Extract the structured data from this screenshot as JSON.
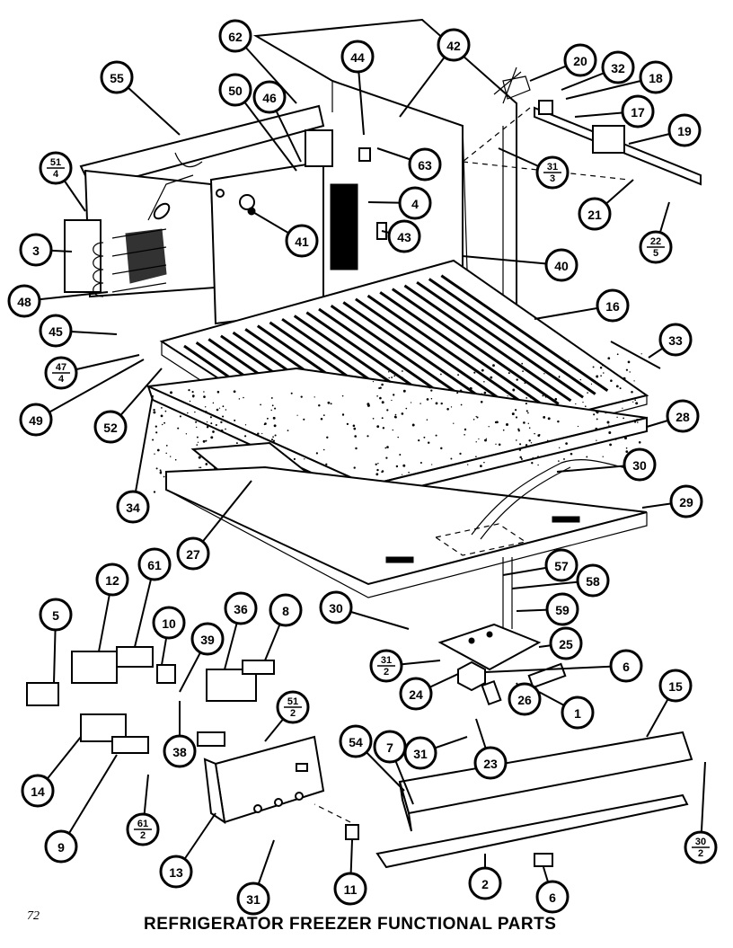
{
  "page_number": "72",
  "caption": "REFRIGERATOR FREEZER FUNCTIONAL PARTS",
  "callouts": [
    {
      "label": "62"
    },
    {
      "label": "44"
    },
    {
      "label": "42"
    },
    {
      "label": "20"
    },
    {
      "label": "32"
    },
    {
      "label": "18"
    },
    {
      "label": "55"
    },
    {
      "label": "50"
    },
    {
      "label": "46"
    },
    {
      "label": "17"
    },
    {
      "label": "19"
    },
    {
      "label": "51",
      "sub": "4"
    },
    {
      "label": "63"
    },
    {
      "label": "31",
      "sub": "3"
    },
    {
      "label": "4"
    },
    {
      "label": "21"
    },
    {
      "label": "3"
    },
    {
      "label": "41"
    },
    {
      "label": "43"
    },
    {
      "label": "22",
      "sub": "5"
    },
    {
      "label": "48"
    },
    {
      "label": "40"
    },
    {
      "label": "16"
    },
    {
      "label": "45"
    },
    {
      "label": "33"
    },
    {
      "label": "47",
      "sub": "4"
    },
    {
      "label": "49"
    },
    {
      "label": "52"
    },
    {
      "label": "28"
    },
    {
      "label": "34"
    },
    {
      "label": "30"
    },
    {
      "label": "29"
    },
    {
      "label": "27"
    },
    {
      "label": "61"
    },
    {
      "label": "12"
    },
    {
      "label": "57"
    },
    {
      "label": "5"
    },
    {
      "label": "10"
    },
    {
      "label": "36"
    },
    {
      "label": "8"
    },
    {
      "label": "58"
    },
    {
      "label": "39"
    },
    {
      "label": "30"
    },
    {
      "label": "59"
    },
    {
      "label": "25"
    },
    {
      "label": "51",
      "sub": "2"
    },
    {
      "label": "31",
      "sub": "2"
    },
    {
      "label": "6"
    },
    {
      "label": "15"
    },
    {
      "label": "24"
    },
    {
      "label": "38"
    },
    {
      "label": "26"
    },
    {
      "label": "1"
    },
    {
      "label": "31"
    },
    {
      "label": "23"
    },
    {
      "label": "54"
    },
    {
      "label": "7"
    },
    {
      "label": "14"
    },
    {
      "label": "61",
      "sub": "2"
    },
    {
      "label": "9"
    },
    {
      "label": "13"
    },
    {
      "label": "30",
      "sub": "2"
    },
    {
      "label": "31"
    },
    {
      "label": "11"
    },
    {
      "label": "2"
    },
    {
      "label": "6"
    }
  ]
}
